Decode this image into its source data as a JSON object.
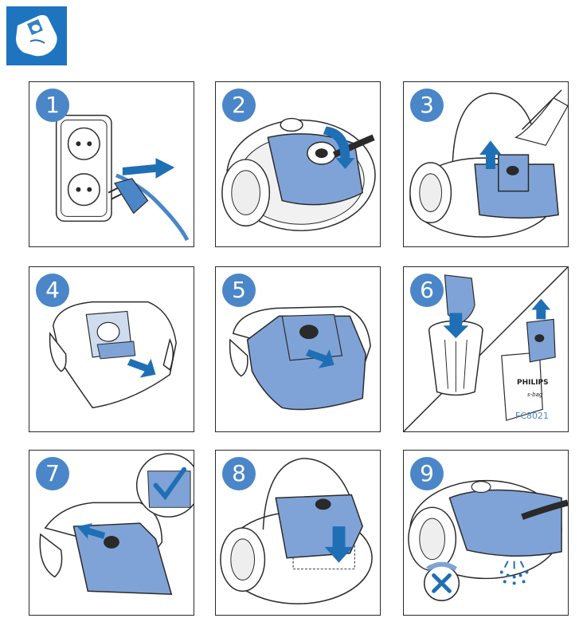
{
  "header": {
    "icon": "vacuum-bag-icon",
    "color": "#1f74bf"
  },
  "colors": {
    "badge": "#4a86c8",
    "bag": "#7fa3d6",
    "arrow": "#1f6fb5",
    "outline": "#2a2a2a"
  },
  "steps": [
    {
      "number": "1",
      "icon": "unplug-icon"
    },
    {
      "number": "2",
      "icon": "open-lid-icon"
    },
    {
      "number": "3",
      "icon": "lift-bag-holder-icon"
    },
    {
      "number": "4",
      "icon": "slide-bag-out-icon"
    },
    {
      "number": "5",
      "icon": "remove-bag-icon"
    },
    {
      "number": "6",
      "icon": "dispose-bag-icon",
      "brand": "PHILIPS",
      "bag_label": "s-bag",
      "model": "FC8021"
    },
    {
      "number": "7",
      "icon": "insert-bag-icon"
    },
    {
      "number": "8",
      "icon": "place-holder-icon"
    },
    {
      "number": "9",
      "icon": "close-lid-icon"
    }
  ]
}
